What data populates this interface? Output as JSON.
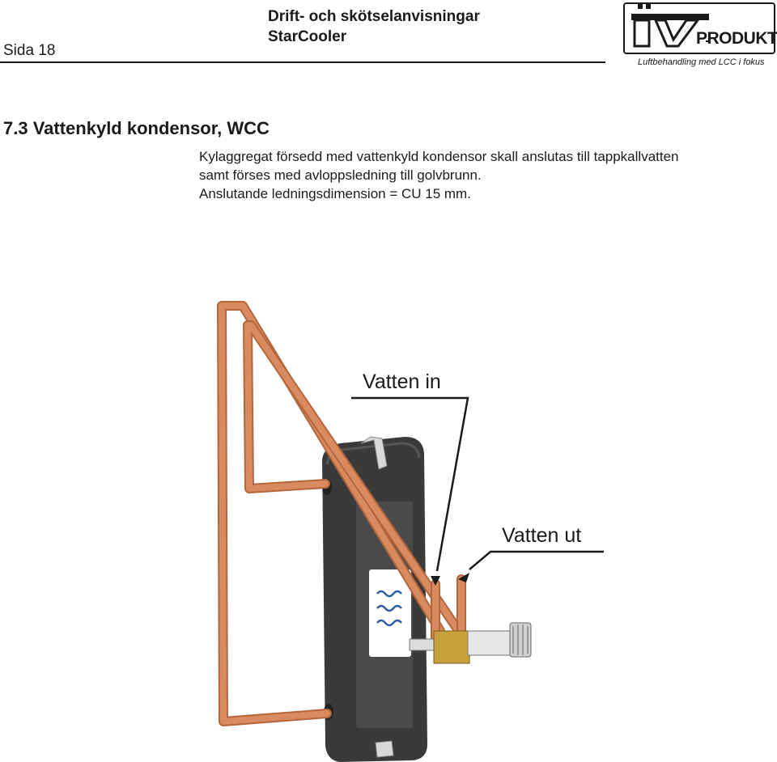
{
  "header": {
    "page_label": "Sida 18",
    "title_line1": "Drift- och skötselanvisningar",
    "title_line2": "StarCooler",
    "logo": {
      "wordmark": "IV",
      "product": "PRODUKT",
      "tagline": "Luftbehandling med LCC i fokus"
    }
  },
  "section": {
    "heading": "7.3 Vattenkyld kondensor, WCC",
    "paragraph_lines": [
      "Kylaggregat försedd med vattenkyld kondensor skall anslutas till tappkallvatten",
      "samt förses med avloppsledning till golvbrunn.",
      "Anslutande ledningsdimension = CU 15 mm."
    ]
  },
  "figure": {
    "label_water_in": "Vatten in",
    "label_water_out": "Vatten ut",
    "colors": {
      "copper": "#d98a5e",
      "copper_dark": "#b4663c",
      "housing": "#3a3a3a",
      "brass": "#c9a13c"
    }
  }
}
